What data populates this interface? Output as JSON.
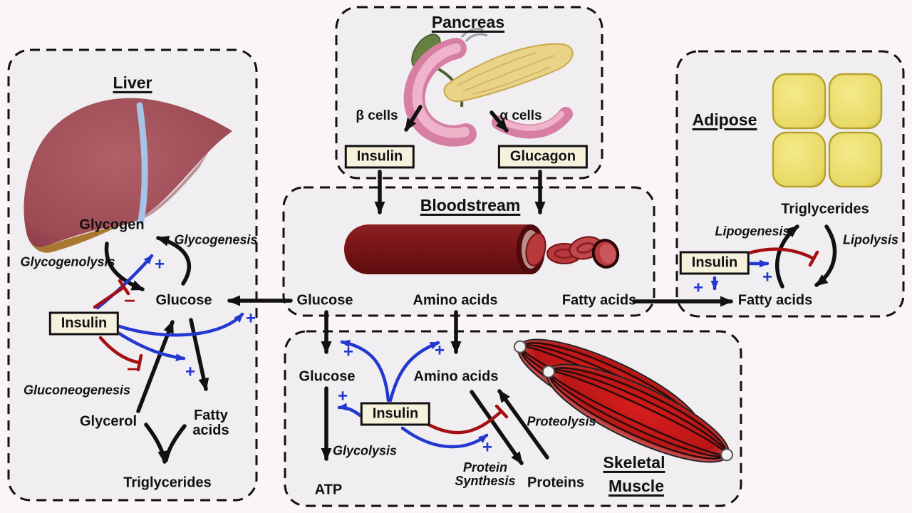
{
  "colors": {
    "positive_blue": "#2238cf",
    "inhibit_red": "#a30f12",
    "arrow_black": "#111111",
    "organ_box_fill": "#f0eef0",
    "hormone_box_fill": "#f5f1dc",
    "page_bg": "#fcf5f8"
  },
  "signs": {
    "plus": "+",
    "minus": "–"
  },
  "pancreas": {
    "title": "Pancreas",
    "beta_cells": "β cells",
    "alpha_cells": "α cells",
    "insulin": "Insulin",
    "glucagon": "Glucagon"
  },
  "bloodstream": {
    "title": "Bloodstream",
    "glucose": "Glucose",
    "amino_acids": "Amino acids",
    "fatty_acids": "Fatty acids"
  },
  "liver": {
    "title": "Liver",
    "glycogen": "Glycogen",
    "glycogenesis": "Glycogenesis",
    "glycogenolysis": "Glycogenolysis",
    "insulin": "Insulin",
    "glucose": "Glucose",
    "gluconeogenesis": "Gluconeogenesis",
    "glycerol": "Glycerol",
    "fatty_acids": "Fatty acids",
    "triglycerides": "Triglycerides"
  },
  "adipose": {
    "title": "Adipose",
    "triglycerides": "Triglycerides",
    "lipogenesis": "Lipogenesis",
    "lipolysis": "Lipolysis",
    "insulin": "Insulin",
    "fatty_acids": "Fatty acids"
  },
  "skeletal_muscle": {
    "title_line1": "Skeletal",
    "title_line2": "Muscle",
    "glucose": "Glucose",
    "amino_acids": "Amino acids",
    "insulin": "Insulin",
    "glycolysis": "Glycolysis",
    "atp": "ATP",
    "protein_synthesis": "Protein Synthesis",
    "proteins": "Proteins",
    "proteolysis": "Proteolysis"
  }
}
